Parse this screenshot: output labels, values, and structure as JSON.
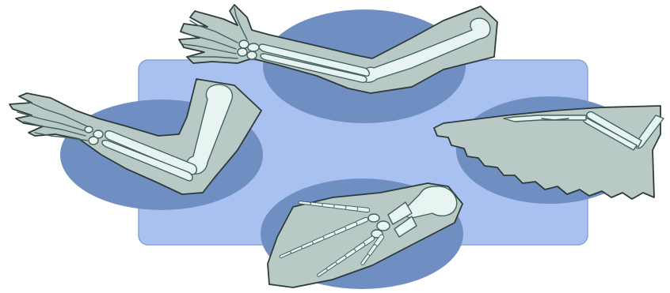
{
  "figure": {
    "description_text": "",
    "panels": [
      {
        "id": "human-arm",
        "subject": "human"
      },
      {
        "id": "cat-foreleg",
        "subject": "cat"
      },
      {
        "id": "bird-wing",
        "subject": "bird"
      },
      {
        "id": "whale-flipper",
        "subject": "whale"
      }
    ]
  },
  "colors": {
    "background_rect": "#a9c1f0",
    "background_rect_border": "#8aa3d6",
    "oval": "#6f8fc2",
    "limb_skin": "#b9c9c5",
    "limb_outline": "#2e3b3b",
    "bone": "#e8f4f2",
    "bone_outline": "#44625e",
    "feather": "#b9c9c5"
  }
}
